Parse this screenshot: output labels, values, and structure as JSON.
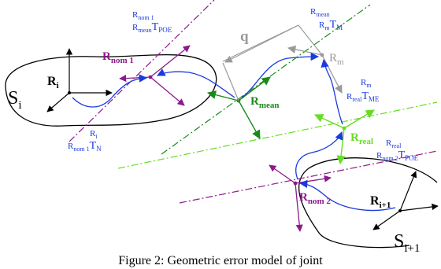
{
  "colors": {
    "purple": "#8b1a8b",
    "blue": "#1a3adf",
    "dark_green": "#1a8a1a",
    "light_green": "#66dd22",
    "gray": "#9a9a9a",
    "black": "#000000"
  },
  "bodies": {
    "si": {
      "letter": "S",
      "sub": "i"
    },
    "si1": {
      "letter": "S",
      "sub": "i+1"
    }
  },
  "frames": {
    "r_i": {
      "letter": "R",
      "sub": "i"
    },
    "r_i1": {
      "letter": "R",
      "sub": "i+1"
    },
    "r_nom1": {
      "letter": "R",
      "sub": "nom 1"
    },
    "r_mean": {
      "letter": "R",
      "sub": "mean"
    },
    "r_m": {
      "letter": "R",
      "sub": "m"
    },
    "r_real": {
      "letter": "R",
      "sub": "real"
    },
    "r_nom2": {
      "letter": "R",
      "sub": "nom 2"
    }
  },
  "transforms": {
    "t_poe_mean": {
      "sup": "R",
      "sup_sub": "nom 1",
      "pre_sub": "R",
      "pre_sub_sub": "mean",
      "main": "T",
      "main_sub": "POE"
    },
    "t_m": {
      "sup": "R",
      "sup_sub": "mean",
      "pre_sub": "R",
      "pre_sub_sub": "m",
      "main": "T",
      "main_sub": "M"
    },
    "t_n": {
      "sup": "R",
      "sup_sub": "i",
      "pre_sub": "R",
      "pre_sub_sub": "nom 1",
      "main": "T",
      "main_sub": "N"
    },
    "t_me": {
      "sup": "R",
      "sup_sub": "m",
      "pre_sub": "R",
      "pre_sub_sub": "real",
      "main": "T",
      "main_sub": "ME"
    },
    "t_poe_real": {
      "sup": "R",
      "sup_sub": "real",
      "pre_sub": "R",
      "pre_sub_sub": "nom 2",
      "main": "T",
      "main_sub": "POE"
    }
  },
  "q_label": "q",
  "caption": "Figure 2: Geometric error model of joint"
}
